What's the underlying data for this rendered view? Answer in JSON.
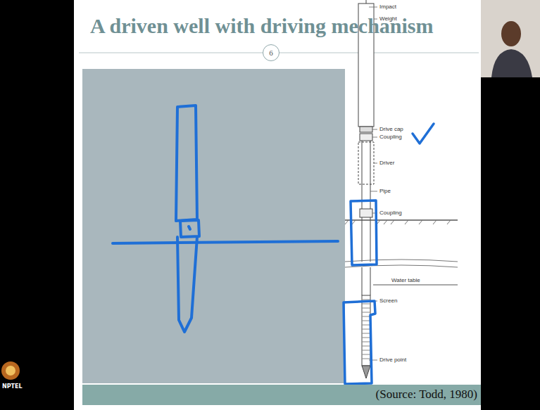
{
  "diagram": {
    "title": "A driven well with driving mechanism",
    "caption": "(Source: Todd, 1980)",
    "nodes": [
      {
        "text": [
          "6"
        ]
      }
    ],
    "labels": [
      "Impact",
      "Weight",
      "Drive cap",
      "Coupling",
      "Driver",
      "Pipe",
      "Coupling",
      "Water table",
      "Screen",
      "Drive point",
      "NPTEL"
    ]
  }
}
